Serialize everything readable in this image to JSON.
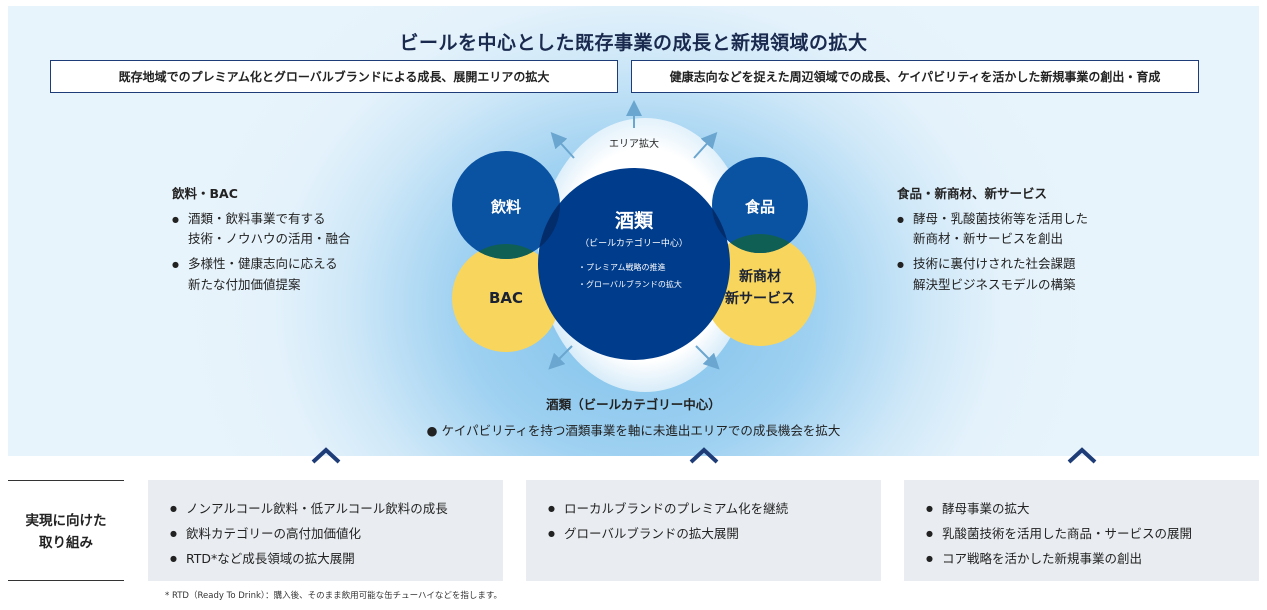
{
  "title": "ビールを中心とした既存事業の成長と新規領域の拡大",
  "boxes": {
    "left": "既存地域でのプレミアム化とグローバルブランドによる成長、展開エリアの拡大",
    "right": "健康志向などを捉えた周辺領域での成長、ケイパビリティを活かした新規事業の創出・育成"
  },
  "diagram": {
    "area_expansion": "エリア拡大",
    "center": {
      "title": "酒類",
      "subtitle": "（ビールカテゴリー中心）",
      "bullets": [
        "・プレミアム戦略の推進",
        "・グローバルブランドの拡大"
      ]
    },
    "drinks": "飲料",
    "bac": "BAC",
    "food": "食品",
    "new_business": [
      "新商材",
      "新サービス"
    ],
    "colors": {
      "center": "#003c8c",
      "drinks": "#0a52a2",
      "bac": "#f8d55c",
      "overlap": "#105f55"
    }
  },
  "left_block": {
    "heading": "飲料・BAC",
    "items": [
      [
        "酒類・飲料事業で有する",
        "技術・ノウハウの活用・融合"
      ],
      [
        "多様性・健康志向に応える",
        "新たな付加価値提案"
      ]
    ]
  },
  "right_block": {
    "heading": "食品・新商材、新サービス",
    "items": [
      [
        "酵母・乳酸菌技術等を活用した",
        "新商材・新サービスを創出"
      ],
      [
        "技術に裏付けされた社会課題",
        "解決型ビジネスモデルの構築"
      ]
    ]
  },
  "bottom_center": {
    "heading": "酒類（ビールカテゴリー中心）",
    "item": "ケイパビリティを持つ酒類事業を軸に未進出エリアでの成長機会を拡大"
  },
  "side_label": [
    "実現に向けた",
    "取り組み"
  ],
  "cards": [
    [
      "ノンアルコール飲料・低アルコール飲料の成長",
      "飲料カテゴリーの高付加価値化",
      "RTD*など成長領域の拡大展開"
    ],
    [
      "ローカルブランドのプレミアム化を継続",
      "グローバルブランドの拡大展開"
    ],
    [
      "酵母事業の拡大",
      "乳酸菌技術を活用した商品・サービスの展開",
      "コア戦略を活かした新規事業の創出"
    ]
  ],
  "footnote": "* RTD（Ready To Drink）：購入後、そのまま飲用可能な缶チューハイなどを指します。"
}
